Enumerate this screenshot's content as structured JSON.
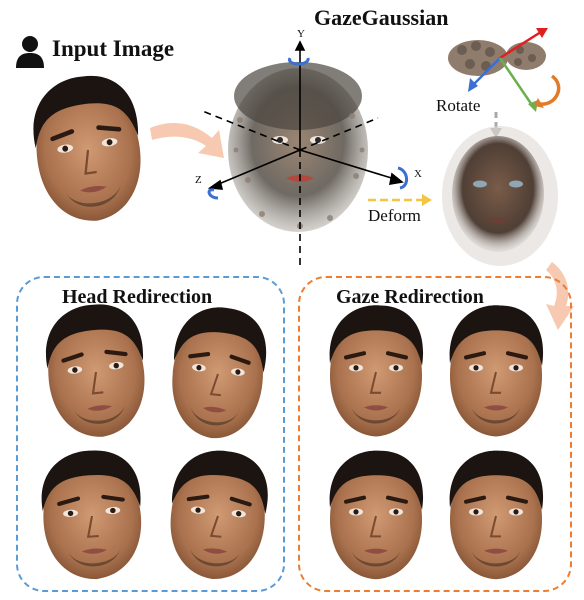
{
  "input": {
    "label": "Input Image"
  },
  "model": {
    "title": "GazeGaussian"
  },
  "axes": {
    "x": "X",
    "y": "Y",
    "z": "Z"
  },
  "actions": {
    "rotate": "Rotate",
    "deform": "Deform"
  },
  "head_panel": {
    "title": "Head Redirection",
    "border_color": "#5b9bd5"
  },
  "gaze_panel": {
    "title": "Gaze Redirection",
    "border_color": "#ed7d31"
  },
  "colors": {
    "skin": "#b8835e",
    "skin_dark": "#8a5a3c",
    "hair": "#1c1410",
    "arrow_peach": "#f6c9b0",
    "deform_arrow": "#f4c542",
    "rotate_arrow": "#e07b2a",
    "axis_red": "#e02020",
    "axis_blue": "#3b6fd1",
    "axis_green": "#6ab04c"
  }
}
